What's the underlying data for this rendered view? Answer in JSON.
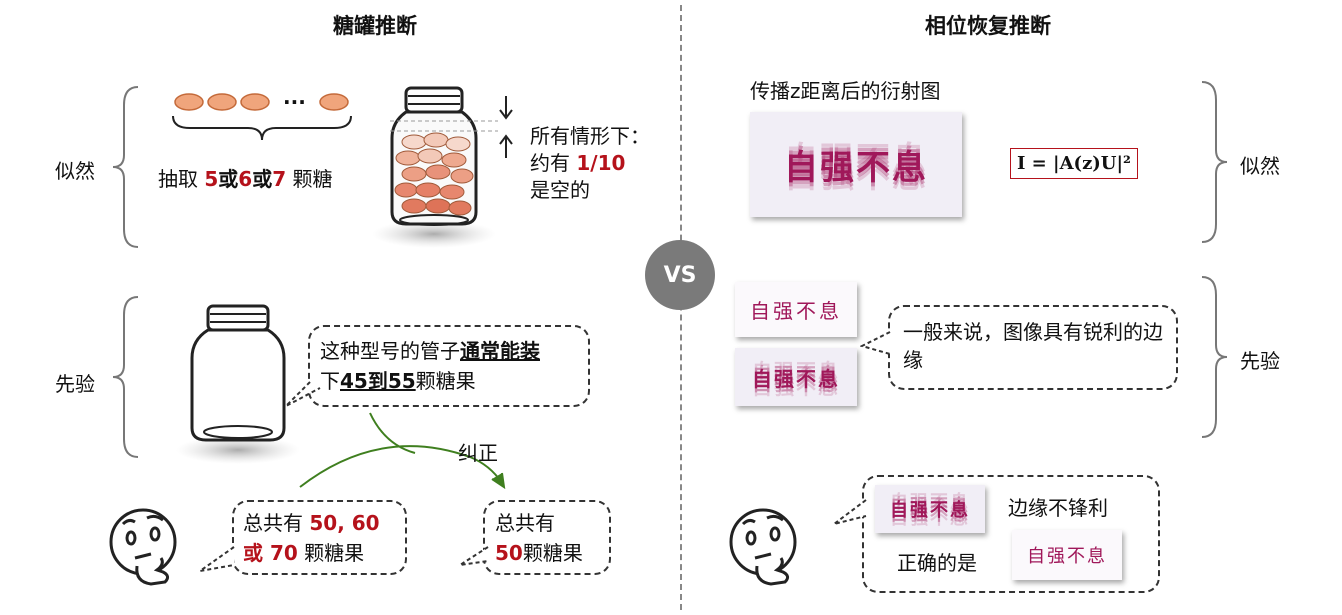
{
  "left": {
    "title": "糖罐推断",
    "likelihood_label": "似然",
    "prior_label": "先验",
    "candy_ellipsis": "···",
    "draw_prefix": "抽取",
    "draw_n1": "5",
    "draw_or1": "或",
    "draw_n2": "6",
    "draw_or2": "或",
    "draw_n3": "7",
    "draw_suffix": "颗糖",
    "empty_line1": "所有情形下：",
    "empty_line2_prefix": "约有",
    "empty_fraction": "1/10",
    "empty_line3": "是空的",
    "prior_bubble_a": "这种型号的管子",
    "prior_bubble_b": "通常能装",
    "prior_bubble_c": "下",
    "prior_bubble_d": "45到55",
    "prior_bubble_e": "颗糖果",
    "correct_label": "纠正",
    "guess_prefix": "总共有",
    "guess_values": "50, 60",
    "guess_or": "或 70",
    "guess_suffix": "颗糖果",
    "answer_prefix": "总共有",
    "answer_value": "50",
    "answer_suffix": "颗糖果"
  },
  "vs_label": "VS",
  "right": {
    "title": "相位恢复推断",
    "likelihood_label": "似然",
    "prior_label": "先验",
    "diffraction_caption": "传播z距离后的衍射图",
    "image_text": "自强不息",
    "formula": "I = |A(z)U|²",
    "prior_bubble_text": "一般来说，图像具有锐利的边缘",
    "not_sharp": "边缘不锋利",
    "correct_is": "正确的是"
  },
  "colors": {
    "accent_red": "#b5121b",
    "image_pink": "#a0185a",
    "arrow_green": "#3f7f1f",
    "candy_orange": "#f0a57c",
    "vs_gray": "#7a7a7a"
  }
}
